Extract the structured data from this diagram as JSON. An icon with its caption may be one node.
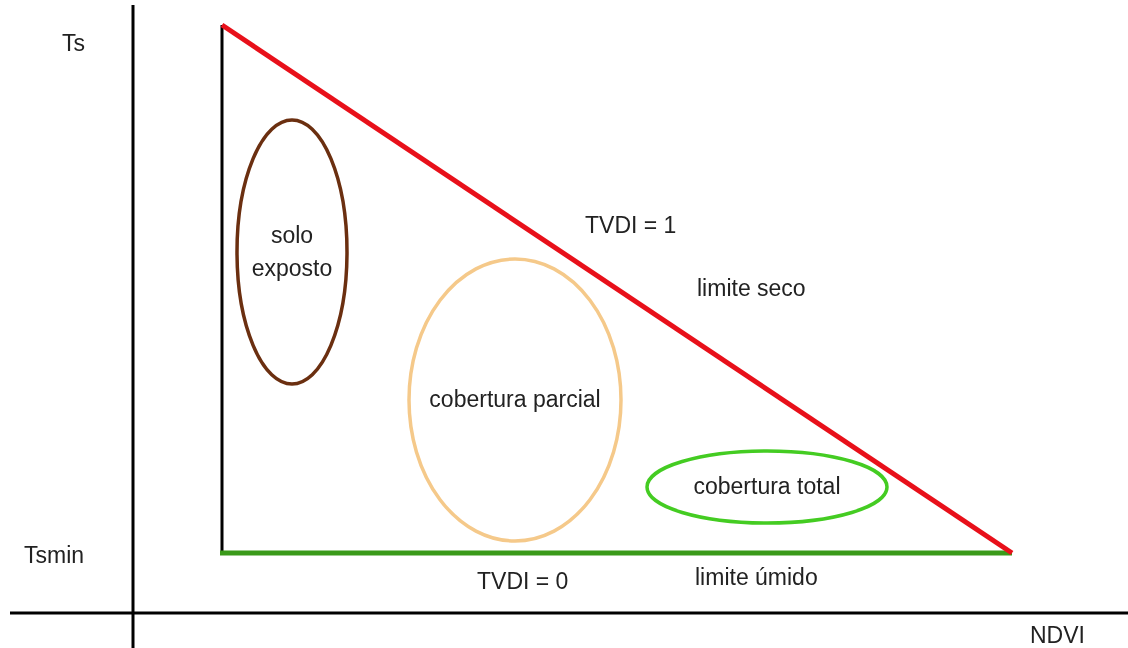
{
  "diagram": {
    "nodes": [
      {
        "text": [
          "solo exposto"
        ]
      },
      {
        "text": [
          "cobertura parcial"
        ]
      },
      {
        "text": [
          "cobertura total"
        ]
      }
    ],
    "edges": [],
    "labels": [
      "Ts",
      "TVDI = 1",
      "limite seco",
      "Tsmin",
      "TVDI = 0",
      "limite úmido",
      "NDVI"
    ]
  }
}
